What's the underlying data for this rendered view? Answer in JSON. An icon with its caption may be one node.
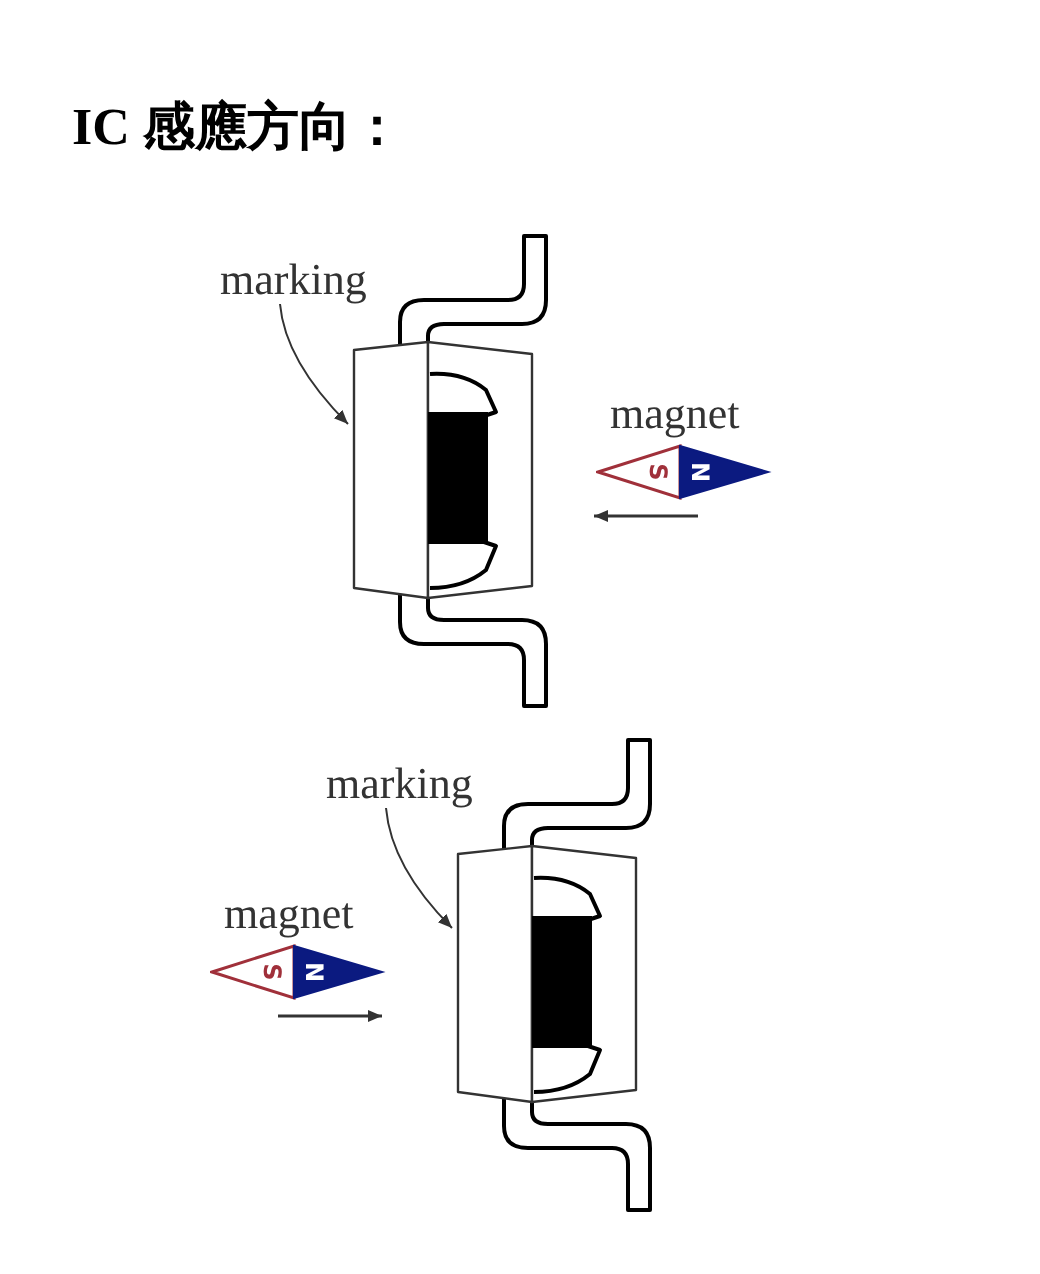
{
  "diagram": {
    "title": "IC 感應方向：",
    "nodes": [
      {
        "text": [
          "marking"
        ]
      },
      {
        "text": [],
        "shape": "box"
      },
      {
        "text": [
          "magnet",
          "S",
          "N"
        ]
      },
      {
        "text": [
          "marking"
        ]
      },
      {
        "text": [],
        "shape": "box"
      },
      {
        "text": [
          "magnet",
          "S",
          "N"
        ]
      }
    ],
    "edges": [
      {
        "from": 0,
        "to": 1,
        "arrow": "to"
      },
      {
        "from": 3,
        "to": 4,
        "arrow": "to"
      }
    ]
  }
}
